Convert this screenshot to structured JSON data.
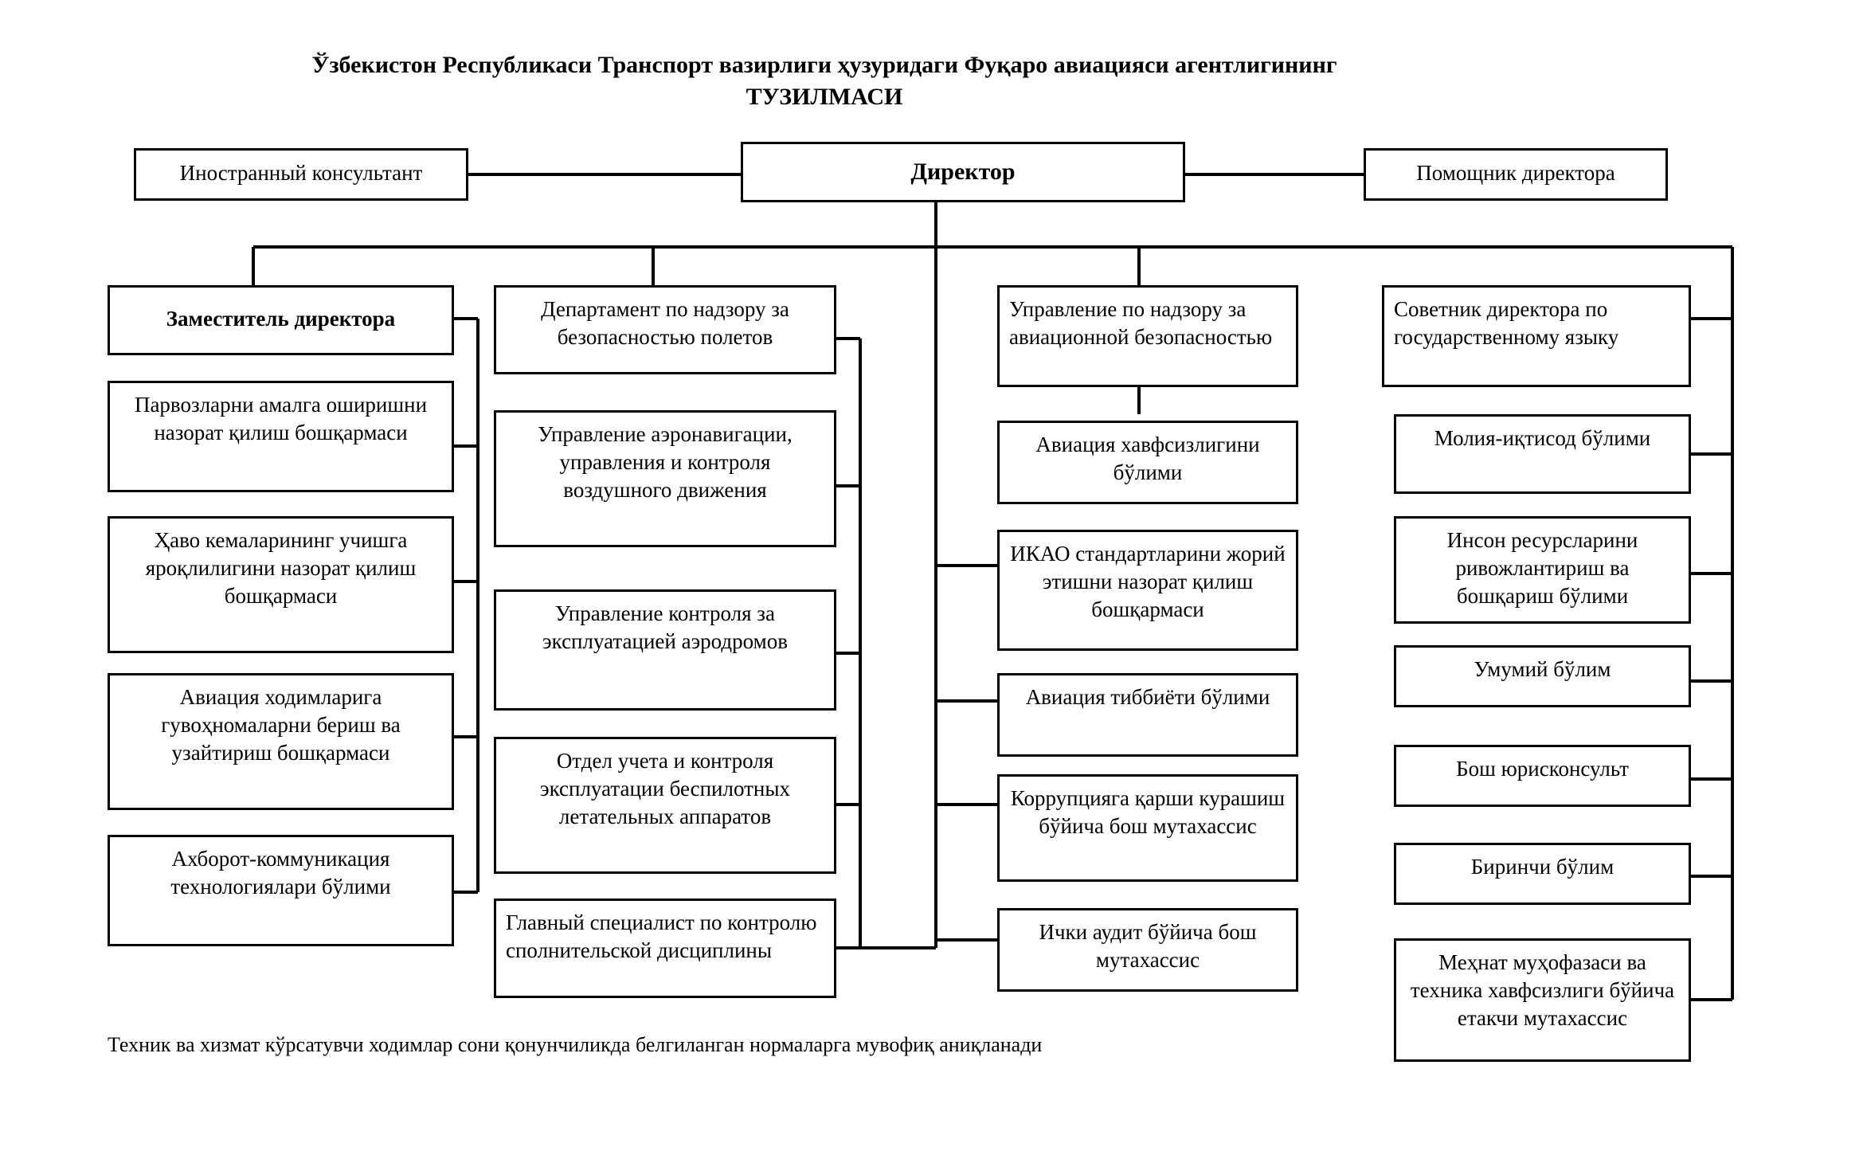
{
  "document": {
    "title_line1": "Ўзбекистон Республикаси Транспорт вазирлиги ҳузуридаги Фуқаро авиацияси агентлигининг",
    "title_line2": "ТУЗИЛМАСИ",
    "footnote": "Техник ва хизмат кўрсатувчи ходимлар сони қонунчиликда белгиланган нормаларга мувофиқ аниқланади",
    "ink_color": "#000000",
    "paper_color": "#ffffff"
  },
  "chart_data": {
    "type": "diagram",
    "subtype": "organization-chart",
    "root": "Директор",
    "top_row": {
      "left": "Иностранный консультант",
      "center": "Директор",
      "right": "Помощник директора"
    },
    "columns": [
      {
        "id": "column-1",
        "head": "Заместитель директора",
        "items": [
          "Заместитель директора",
          "Парвозларни амалга оширишни назорат қилиш бошқармаси",
          "Ҳаво кемаларининг учишга яроқлилигини назорат қилиш бошқармаси",
          "Авиация ходимларига гувоҳномаларни бериш ва узайтириш бошқармаси",
          "Ахборот-коммуникация технологиялари бўлими"
        ]
      },
      {
        "id": "column-2",
        "head": "Департамент по надзору за безопасностью полетов",
        "items": [
          "Департамент по надзору за безопасностью полетов",
          "Управление аэронавигации, управления и контроля воздушного движения",
          "Управление контроля за эксплуатацией аэродромов",
          "Отдел учета и контроля эксплуатации беспилотных летательных аппаратов",
          "Главный специалист по контролю сполнительской дисциплины"
        ]
      },
      {
        "id": "column-3",
        "head": "Управление по надзору за авиационной безопасностью",
        "items": [
          "Управление по надзору за авиационной безопасностью",
          "Авиация хавфсизлигини бўлими",
          "ИКАО стандартларини жорий этишни назорат қилиш бошқармаси",
          "Авиация тиббиёти бўлими",
          "Коррупцияга қарши курашиш бўйича бош мутахассис",
          "Ички аудит бўйича бош мутахассис"
        ]
      },
      {
        "id": "column-4",
        "head": "Советник директора по государственному языку",
        "items": [
          "Советник директора по государственному языку",
          "Молия-иқтисод бўлими",
          "Инсон ресурсларини ривожлантириш ва бошқариш бўлими",
          "Умумий бўлим",
          "Бош юрисконсульт",
          "Биринчи бўлим",
          "Меҳнат муҳофазаси ва техника хавфсизлиги бўйича етакчи мутахассис"
        ]
      }
    ],
    "nodes": {
      "foreign_consultant": "Иностранный консультант",
      "director": "Директор",
      "director_assistant": "Помощник директора",
      "deputy_director": "Заместитель директора",
      "c1_b1": "Парвозларни амалга оширишни назорат қилиш бошқармаси",
      "c1_b2": "Ҳаво кемаларининг учишга яроқлилигини назорат қилиш бошқармаси",
      "c1_b3": "Авиация ходимларига гувоҳномаларни бериш ва узайтириш бошқармаси",
      "c1_b4": "Ахборот-коммуникация технологиялари бўлими",
      "c2_head": "Департамент по надзору за безопасностью полетов",
      "c2_b1": "Управление аэронавигации, управления и контроля воздушного движения",
      "c2_b2": "Управление контроля за эксплуатацией аэродромов",
      "c2_b3": "Отдел учета и контроля эксплуатации беспилотных летательных аппаратов",
      "c2_b4": "Главный специалист по контролю сполнительской дисциплины",
      "c3_head": "Управление по надзору за авиационной безопасностью",
      "c3_b1": "Авиация хавфсизлигини бўлими",
      "c3_b2": "ИКАО стандартларини жорий этишни назорат қилиш бошқармаси",
      "c3_b3": "Авиация тиббиёти бўлими",
      "c3_b4": "Коррупцияга қарши курашиш бўйича бош мутахассис",
      "c3_b5": "Ички аудит бўйича бош мутахассис",
      "c4_head": "Советник директора по государственному языку",
      "c4_b1": "Молия-иқтисод бўлими",
      "c4_b2": "Инсон ресурсларини ривожлантириш ва бошқариш бўлими",
      "c4_b3": "Умумий бўлим",
      "c4_b4": "Бош юрисконсульт",
      "c4_b5": "Биринчи бўлим",
      "c4_b6": "Меҳнат муҳофазаси ва техника хавфсизлиги бўйича етакчи мутахассис"
    }
  }
}
